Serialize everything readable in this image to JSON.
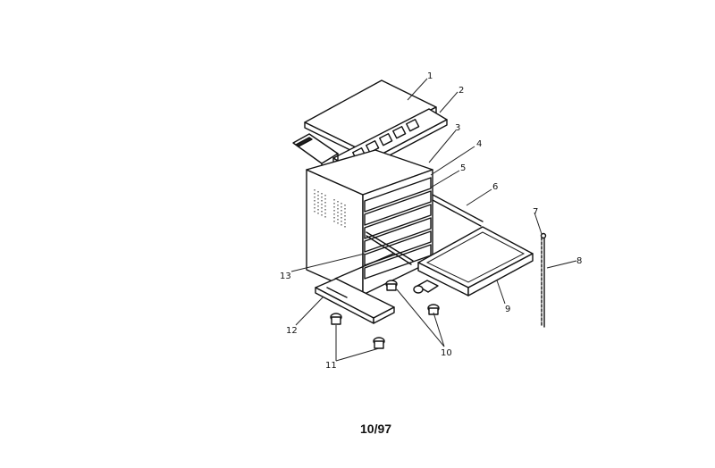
{
  "diagram": {
    "date_code": "10/97",
    "part_labels": [
      "1",
      "2",
      "3",
      "4",
      "5",
      "6",
      "7",
      "8",
      "9",
      "10",
      "11",
      "12",
      "13"
    ]
  }
}
